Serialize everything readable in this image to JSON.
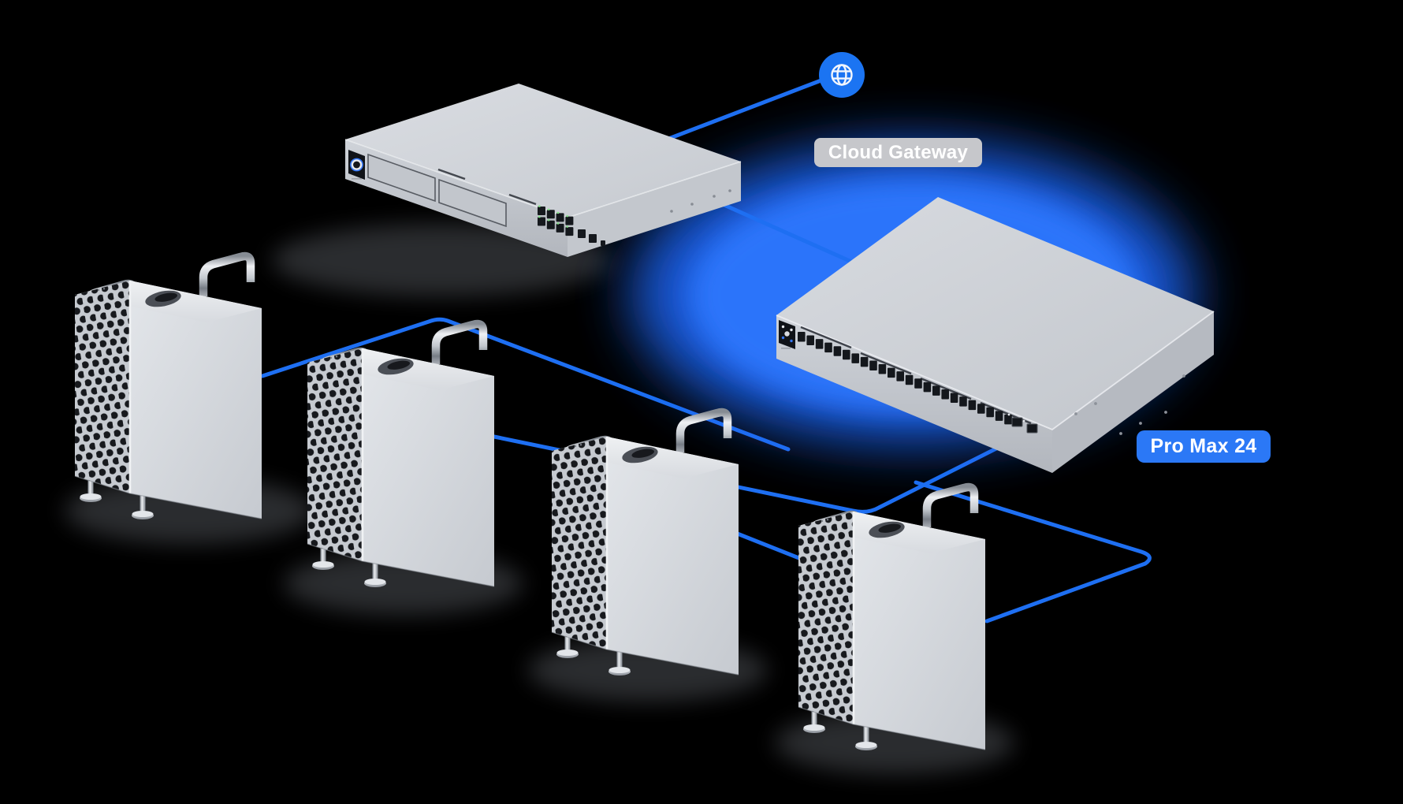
{
  "scene": {
    "background": "#000000",
    "colors": {
      "cable_blue": "#1e6ff2",
      "glow_blue": "#2271fa",
      "gateway_chip_bg": "#c6c7cb",
      "switch_chip_bg": "#2b78f6",
      "device_gray": "#ccd0d6"
    },
    "labels": {
      "cloud_gateway": "Cloud Gateway",
      "switch_model": "Pro Max 24"
    },
    "internet": {
      "icon": "globe-icon"
    },
    "devices": {
      "gateway": {
        "label": "Cloud Gateway",
        "kind": "rack gateway",
        "rj45_ports": 8
      },
      "switch": {
        "label": "Pro Max 24",
        "kind": "24-port switch",
        "rj45_ports": 24,
        "sfp_ports": 2,
        "highlighted": true
      },
      "workstations": {
        "count": 4,
        "kind": "tower workstation"
      }
    },
    "connections": [
      {
        "from": "internet",
        "to": "gateway"
      },
      {
        "from": "gateway",
        "to": "switch"
      },
      {
        "from": "workstation-1",
        "to": "switch"
      },
      {
        "from": "workstation-2",
        "to": "switch"
      },
      {
        "from": "workstation-3",
        "to": "switch"
      },
      {
        "from": "workstation-4",
        "to": "switch"
      }
    ]
  }
}
